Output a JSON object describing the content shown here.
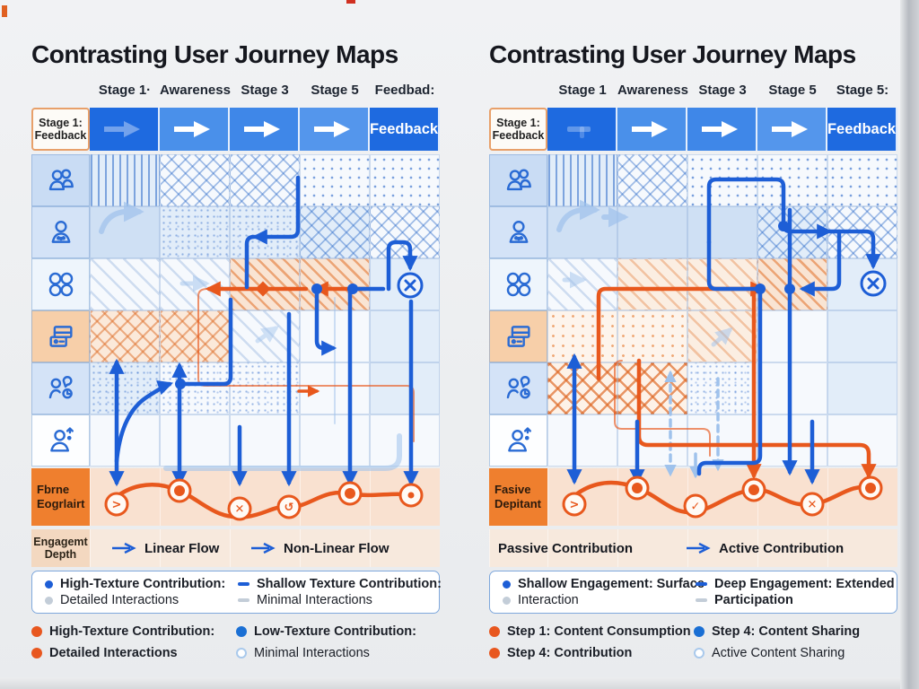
{
  "panels": [
    {
      "title": "Contrasting User Journey Maps",
      "column_headers": [
        "Stage 1·",
        "Awareness",
        "Stage 3",
        "Stage 5",
        "Feedbad:"
      ],
      "stage_box": {
        "line1": "Stage 1:",
        "line2": "Feedback"
      },
      "header_feedback": "Feedback",
      "row_icons": [
        "users-icon",
        "user-icon",
        "circles-icon",
        "storefront-icon",
        "team-clock-icon",
        "user-up-icon"
      ],
      "band_label": {
        "line1": "Fbrne",
        "line2": "Eogrlairt"
      },
      "depth_label": {
        "line1": "Engagemt",
        "line2": "Depth"
      },
      "flow_legend": {
        "items": [
          {
            "label": "Linear Flow",
            "arrow": true
          },
          {
            "label": "Non-Linear Flow",
            "arrow": true
          }
        ]
      },
      "markers": [
        "chevron",
        "filled",
        "cross",
        "loop",
        "filled",
        "ring-dot"
      ],
      "boxed_legend": {
        "items": [
          {
            "bullet": "dot",
            "color": "#1d5ed6",
            "bold": true,
            "text": "High-Texture Contribution:"
          },
          {
            "bullet": "dot",
            "color": "#c3cdd8",
            "bold": false,
            "text": "Detailed Interactions"
          },
          {
            "bullet": "dash",
            "color": "#1d5ed6",
            "bold": true,
            "text": "Shallow Texture Contribution:"
          },
          {
            "bullet": "dash",
            "color": "#c3cdd8",
            "bold": false,
            "text": "Minimal Interactions"
          }
        ]
      },
      "bottom_legend": {
        "items": [
          {
            "bullet": "dot",
            "color": "#e8571f",
            "bold": true,
            "text": "High-Texture Contribution:"
          },
          {
            "bullet": "dot",
            "color": "#e8571f",
            "bold": true,
            "text": "Detailed Interactions"
          },
          {
            "bullet": "dot",
            "color": "#1a6fd4",
            "bold": true,
            "text": "Low-Texture Contribution:"
          },
          {
            "bullet": "ring",
            "color": "#a9c9ec",
            "bold": false,
            "text": "Minimal Interactions"
          }
        ]
      }
    },
    {
      "title": "Contrasting User Journey Maps",
      "column_headers": [
        "Stage 1",
        "Awareness",
        "Stage 3",
        "Stage 5",
        "Stage 5:"
      ],
      "stage_box": {
        "line1": "Stage 1:",
        "line2": "Feedback"
      },
      "header_feedback": "Feedback",
      "row_icons": [
        "users-icon",
        "user-icon",
        "circles-icon",
        "storefront-icon",
        "team-clock-icon",
        "user-up-icon"
      ],
      "band_label": {
        "line1": "Fasive",
        "line2": "Depitant"
      },
      "flow_legend": {
        "items": [
          {
            "label": "Passive Contribution",
            "arrow": false
          },
          {
            "label": "Active Contribution",
            "arrow": true
          }
        ]
      },
      "markers": [
        "chevron",
        "filled",
        "check",
        "filled",
        "cross",
        "filled"
      ],
      "boxed_legend": {
        "items": [
          {
            "bullet": "dot",
            "color": "#1d5ed6",
            "bold": true,
            "text": "Shallow Engagement: Surface"
          },
          {
            "bullet": "dot",
            "color": "#c3cdd8",
            "bold": false,
            "text": "Interaction"
          },
          {
            "bullet": "dash",
            "color": "#1d5ed6",
            "bold": true,
            "text": "Deep Engagement: Extended"
          },
          {
            "bullet": "dash",
            "color": "#c3cdd8",
            "bold": true,
            "text": "Participation"
          }
        ]
      },
      "bottom_legend": {
        "items": [
          {
            "bullet": "dot",
            "color": "#e8571f",
            "bold": true,
            "text": "Step 1: Content Consumption"
          },
          {
            "bullet": "dot",
            "color": "#e8571f",
            "bold": true,
            "text": "Step 4: Contribution"
          },
          {
            "bullet": "dot",
            "color": "#1a6fd4",
            "bold": true,
            "text": "Step 4: Content Sharing"
          },
          {
            "bullet": "ring",
            "color": "#a9c9ec",
            "bold": false,
            "text": "Active Content Sharing"
          }
        ]
      }
    }
  ],
  "colors": {
    "accent_blue": "#1d5ed6",
    "accent_orange": "#e8581d",
    "light_blue": "#9fc2ec",
    "header_blue_dark": "#1e6ae0"
  }
}
